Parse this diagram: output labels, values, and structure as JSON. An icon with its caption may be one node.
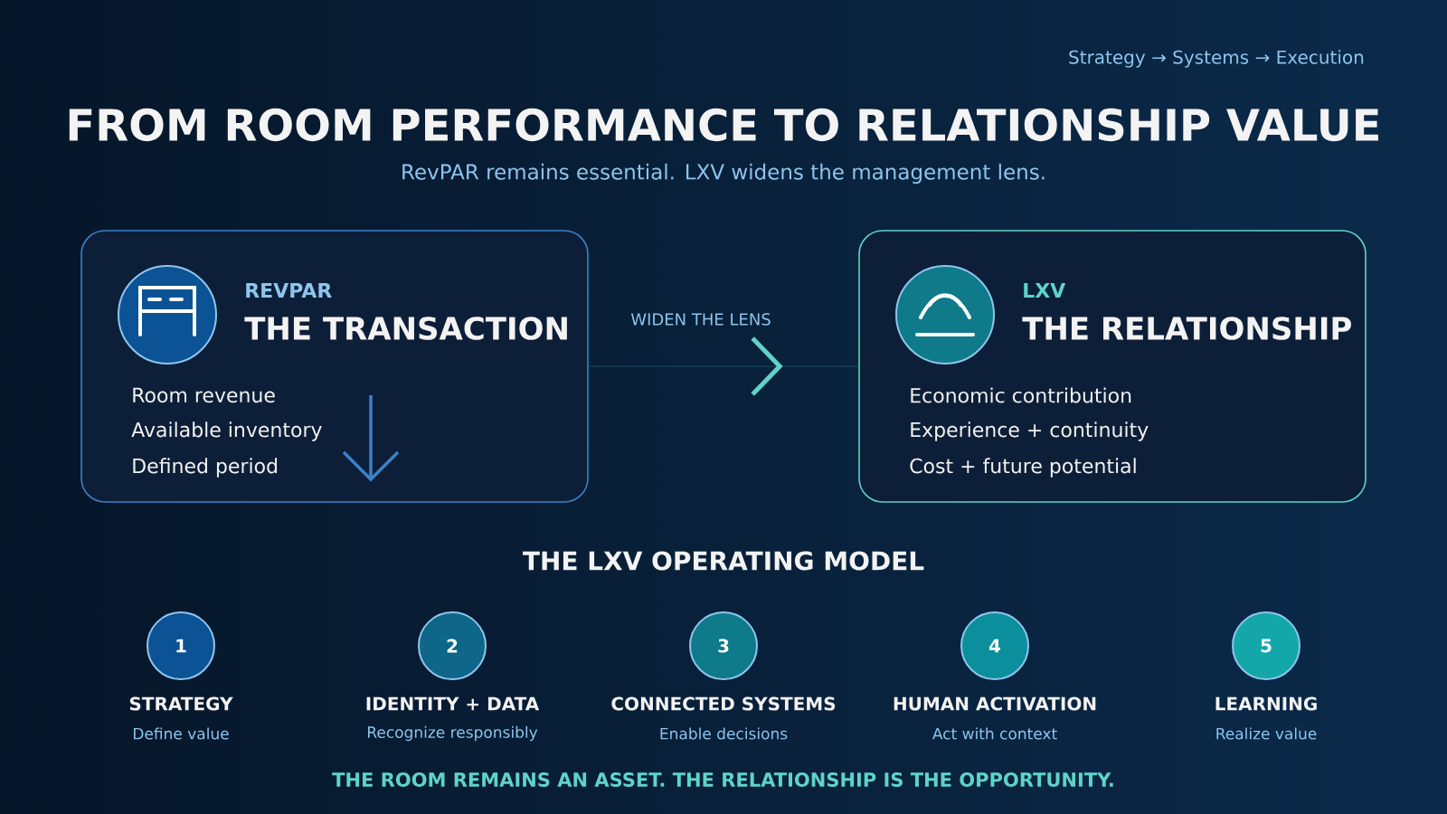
{
  "diagram": {
    "title": "FROM ROOM PERFORMANCE TO RELATIONSHIP VALUE",
    "nodes": [
      {
        "text": [
          "REVPAR",
          "THE TRANSACTION",
          "Room revenue",
          "Available inventory",
          "Defined period"
        ]
      },
      {
        "text": [
          "LXV",
          "THE RELATIONSHIP",
          "Economic contribution",
          "Experience + continuity",
          "Cost + future potential"
        ]
      },
      {
        "text": [
          "1"
        ],
        "beside": [
          "STRATEGY",
          "Define value"
        ]
      },
      {
        "text": [
          "2"
        ],
        "beside": [
          "IDENTITY + DATA",
          "Recognize responsibly"
        ]
      },
      {
        "text": [
          "3"
        ],
        "beside": [
          "CONNECTED SYSTEMS",
          "Enable decisions"
        ]
      },
      {
        "text": [
          "4"
        ],
        "beside": [
          "HUMAN ACTIVATION",
          "Act with context"
        ]
      },
      {
        "text": [
          "5"
        ],
        "beside": [
          "LEARNING",
          "Realize value"
        ]
      }
    ],
    "edges": [
      {
        "from": 0,
        "to": 1,
        "arrow": "to",
        "label": "WIDEN THE LENS"
      }
    ],
    "labels": [
      "Strategy → Systems → Execution",
      "RevPAR remains essential. LXV widens the management lens.",
      "THE LXV OPERATING MODEL",
      "THE ROOM REMAINS AN ASSET. THE RELATIONSHIP IS THE OPPORTUNITY."
    ]
  }
}
